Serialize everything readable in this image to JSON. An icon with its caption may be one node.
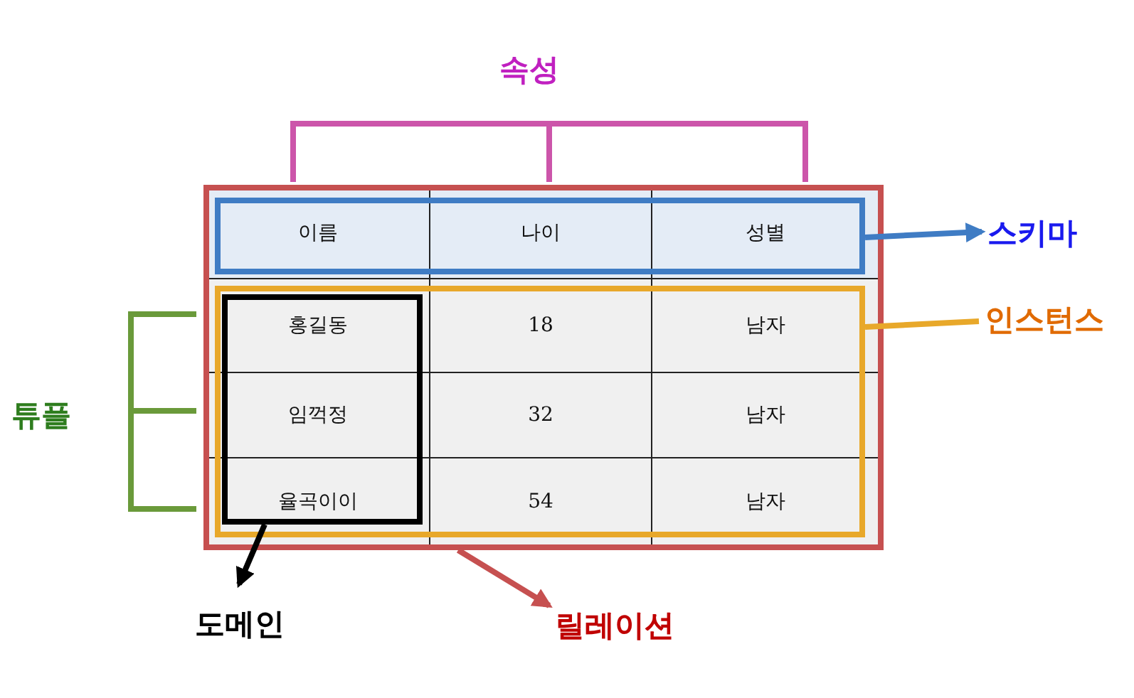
{
  "diagram": {
    "nodes": [
      {
        "text": [],
        "shape": "box"
      },
      {
        "text": [],
        "shape": "box",
        "in": 0
      },
      {
        "text": [],
        "shape": "box",
        "in": 0
      },
      {
        "text": [],
        "shape": "box",
        "in": 2
      },
      {
        "text": [
          "스키마"
        ]
      },
      {
        "text": [
          "인스턴스"
        ]
      },
      {
        "text": [
          "도메인"
        ]
      },
      {
        "text": [
          "릴레이션"
        ]
      }
    ],
    "edges": [
      {
        "from": 1,
        "to": 4,
        "arrow": "to",
        "color": "#3f7cc4"
      },
      {
        "from": 2,
        "to": 5,
        "arrow": "none",
        "color": "#e8a82a"
      },
      {
        "from": 3,
        "to": 6,
        "arrow": "to",
        "color": "#000000"
      },
      {
        "from": 0,
        "to": 7,
        "arrow": "to",
        "color": "#c65050"
      }
    ],
    "labels": [
      "속성",
      "튜플",
      "이름",
      "나이",
      "성별",
      "홍길동",
      "18",
      "남자",
      "임꺽정",
      "32",
      "남자",
      "율곡이이",
      "54",
      "남자"
    ]
  }
}
